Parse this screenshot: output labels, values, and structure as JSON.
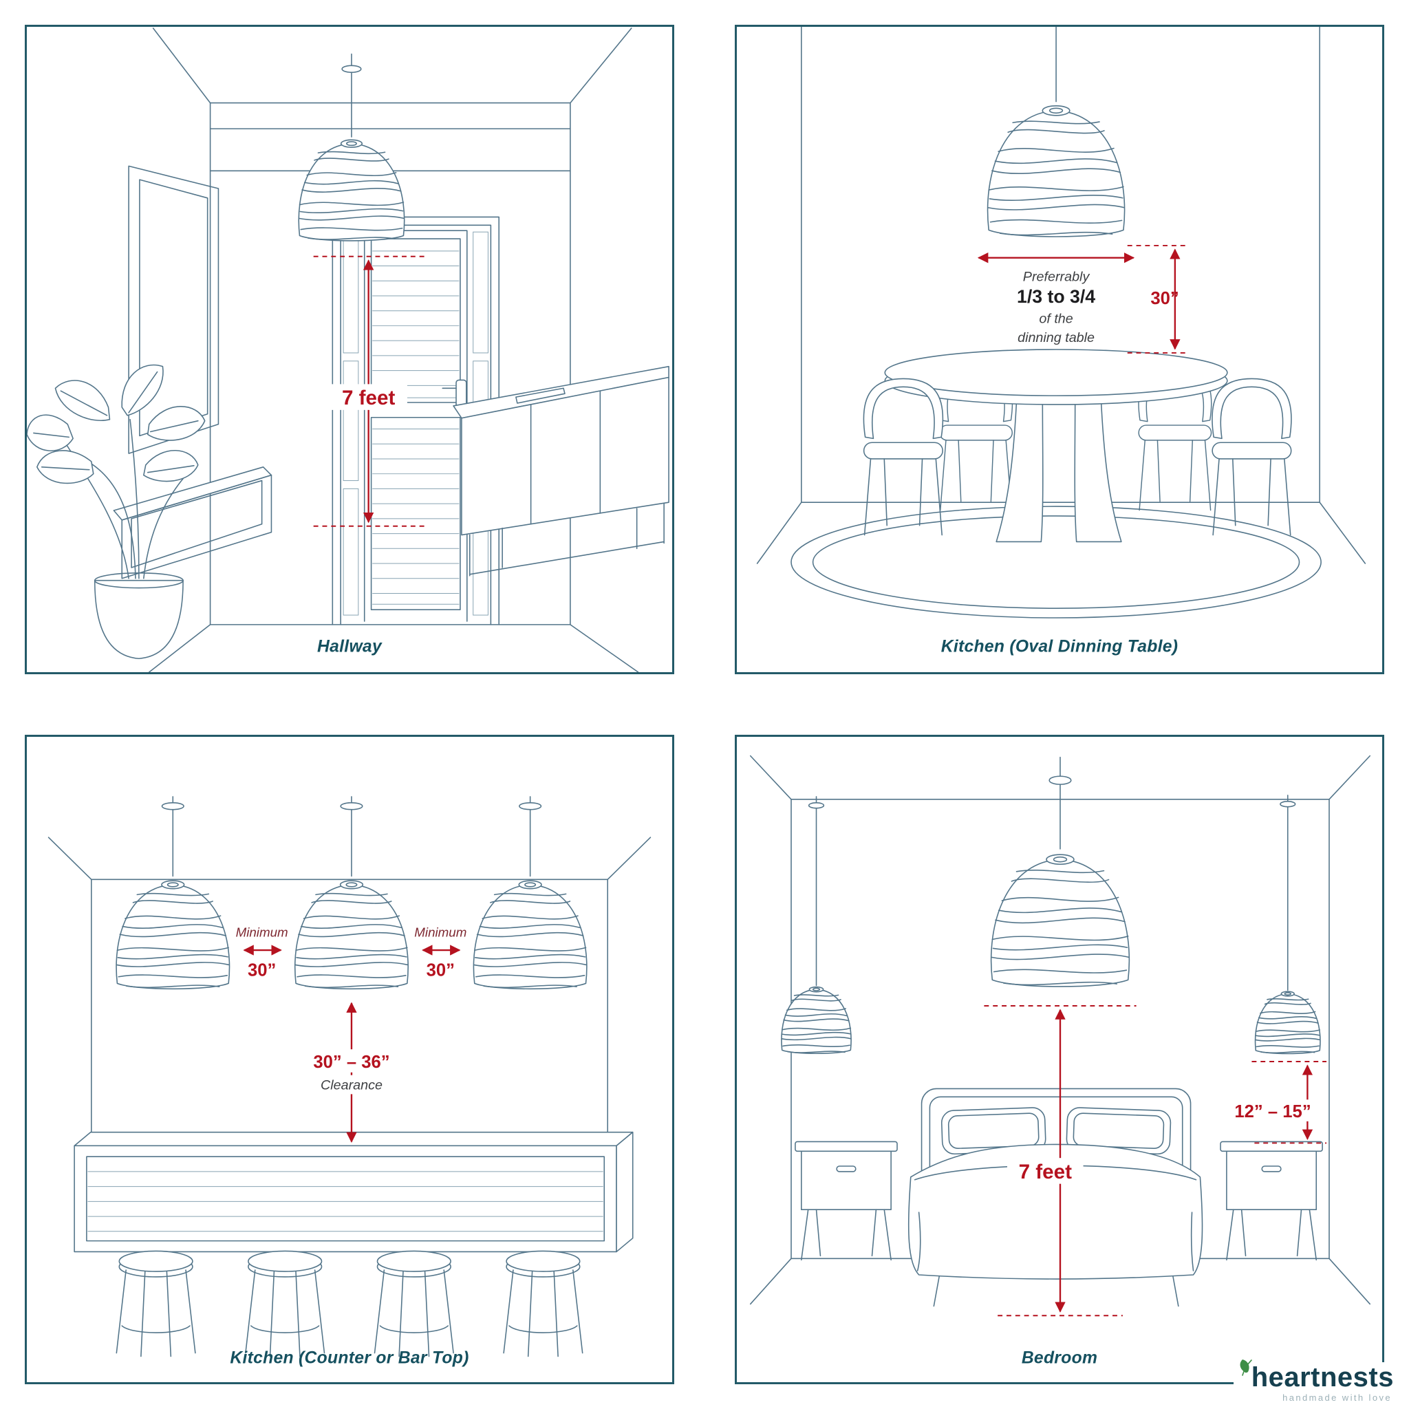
{
  "colors": {
    "line": "#53758a",
    "teal": "#15505f",
    "red": "#b5121f"
  },
  "panels": {
    "hallway": {
      "caption": "Hallway",
      "drop_height": "7 feet"
    },
    "kitchen_oval": {
      "caption": "Kitchen (Oval Dinning Table)",
      "width_note_1": "Preferrably",
      "width_note_2": "1/3 to 3/4",
      "width_note_3": "of the",
      "width_note_4": "dinning table",
      "drop_value": "30”"
    },
    "kitchen_counter": {
      "caption": "Kitchen (Counter or Bar Top)",
      "spacing_label": "Minimum",
      "spacing_value": "30”",
      "clearance_value": "30” – 36”",
      "clearance_label": "Clearance"
    },
    "bedroom": {
      "caption": "Bedroom",
      "drop_height": "7 feet",
      "bedside_drop": "12” – 15”"
    }
  },
  "logo": {
    "name": "heartnests",
    "tagline": "handmade with love"
  }
}
